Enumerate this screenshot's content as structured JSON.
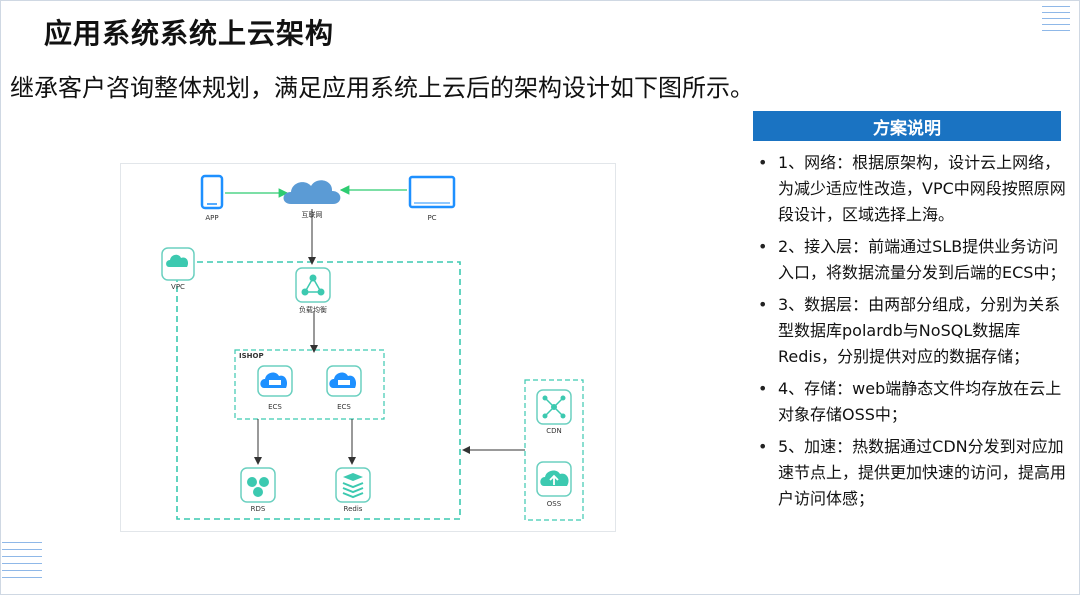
{
  "title": "应用系统系统上云架构",
  "subtitle": "继承客户咨询整体规划，满足应用系统上云后的架构设计如下图所示。",
  "panel": {
    "heading": "方案说明",
    "items": [
      "1、网络：根据原架构，设计云上网络，为减少适应性改造，VPC中网段按照原网段设计，区域选择上海。",
      "2、接入层：前端通过SLB提供业务访问入口，将数据流量分发到后端的ECS中；",
      "3、数据层：由两部分组成，分别为关系型数据库polardb与NoSQL数据库Redis，分别提供对应的数据存储；",
      "4、存储：web端静态文件均存放在云上对象存储OSS中；",
      "5、加速：热数据通过CDN分发到对应加速节点上，提供更加快速的访问，提高用户访问体感；"
    ]
  },
  "diagram": {
    "app": "APP",
    "internet": "互联网",
    "pc": "PC",
    "vpc": "VPC",
    "slb": "负载均衡",
    "group": "ISHOP",
    "ecs1": "ECS",
    "ecs2": "ECS",
    "rds": "RDS",
    "redis": "Redis",
    "cdn": "CDN",
    "oss": "OSS"
  },
  "colors": {
    "accent": "#1a73c2",
    "teal": "#3cc9b0",
    "teal_light": "#6bd0c0",
    "cloud": "#5b9bd5",
    "device": "#1e90ff",
    "green_line": "#2ecc71",
    "arrow": "#333333"
  }
}
